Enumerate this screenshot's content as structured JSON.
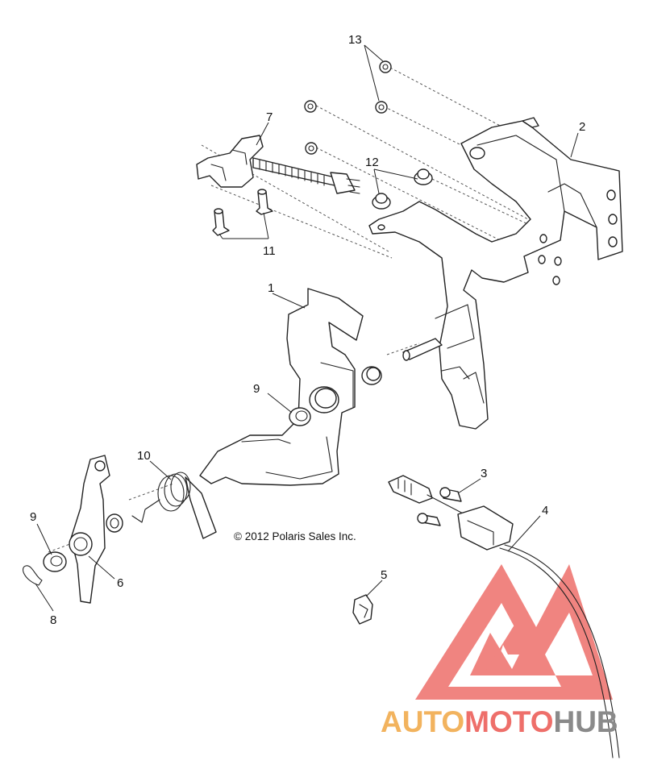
{
  "copyright": "© 2012 Polaris Sales Inc.",
  "callouts": {
    "c1": "1",
    "c2": "2",
    "c3": "3",
    "c4": "4",
    "c5": "5",
    "c6": "6",
    "c7": "7",
    "c8": "8",
    "c9a": "9",
    "c9b": "9",
    "c10": "10",
    "c11": "11",
    "c12": "12",
    "c13": "13"
  },
  "watermark": {
    "part1": "AUTO",
    "part2": "MOTO",
    "part3": "HUB",
    "colors": {
      "orange": "#f2b35e",
      "red": "#ee6f6a",
      "gray": "#8a8a8a"
    }
  }
}
